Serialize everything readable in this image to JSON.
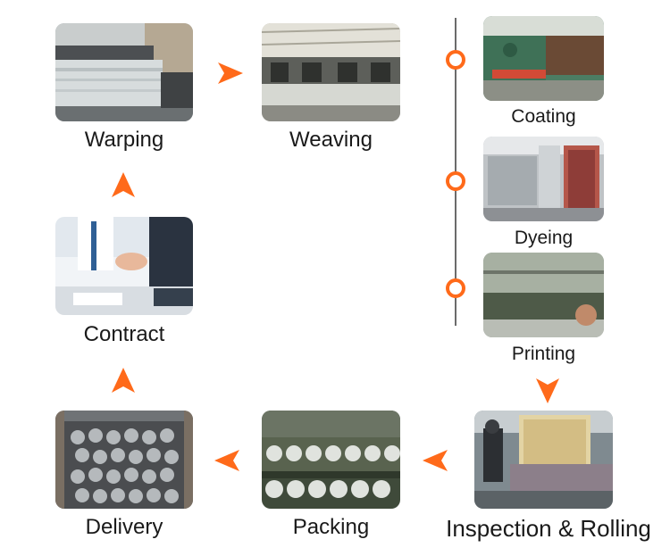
{
  "colors": {
    "accent": "#ff6a1a",
    "text": "#1a1a1a",
    "line": "#6b6b6b"
  },
  "steps": {
    "warping": {
      "label": "Warping",
      "image": "warping-machine-photo"
    },
    "weaving": {
      "label": "Weaving",
      "image": "weaving-factory-photo"
    },
    "coating": {
      "label": "Coating",
      "image": "coating-machine-photo"
    },
    "dyeing": {
      "label": "Dyeing",
      "image": "dyeing-machine-photo"
    },
    "printing": {
      "label": "Printing",
      "image": "printing-machine-photo"
    },
    "inspection": {
      "label": "Inspection & Rolling",
      "image": "inspection-rolling-photo"
    },
    "packing": {
      "label": "Packing",
      "image": "packed-fabric-rolls-photo"
    },
    "delivery": {
      "label": "Delivery",
      "image": "container-loaded-rolls-photo"
    },
    "contract": {
      "label": "Contract",
      "image": "business-handshake-photo"
    }
  },
  "icons": {
    "arrow_right": "arrow-right-icon",
    "arrow_left": "arrow-left-icon",
    "arrow_up": "arrow-up-icon",
    "arrow_down": "arrow-down-icon",
    "timeline_node": "ring-node-icon"
  }
}
